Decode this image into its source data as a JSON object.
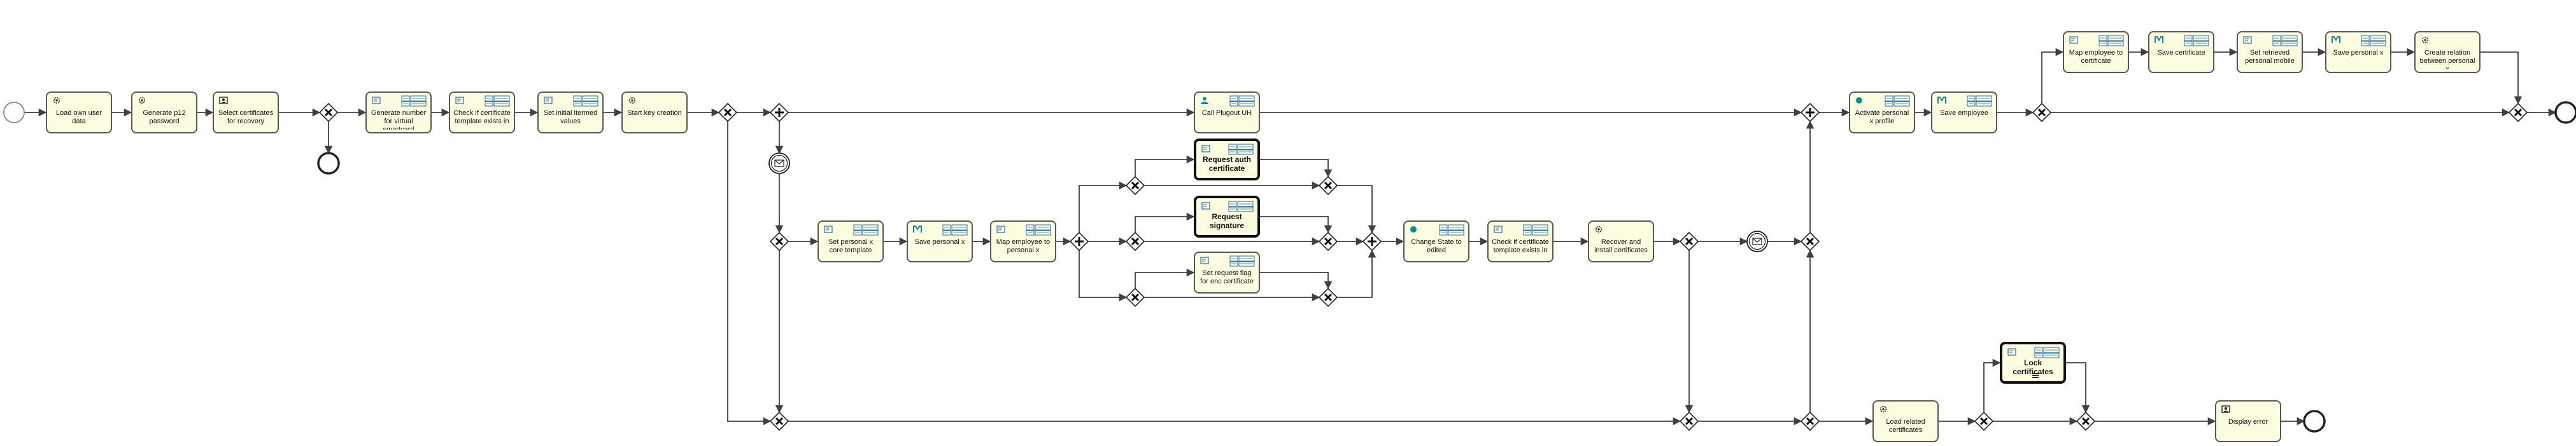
{
  "diagram": {
    "tasks": [
      {
        "id": "t1",
        "label": "Load own user data",
        "icon": "gear-icon"
      },
      {
        "id": "t2",
        "label": "Generate p12 password",
        "icon": "gear-icon"
      },
      {
        "id": "t3",
        "label": "Select certificates for recovery",
        "icon": "user-form-icon"
      },
      {
        "id": "t4",
        "label": "Generate number for virtual smartcard",
        "icon": "script-icon"
      },
      {
        "id": "t5",
        "label": "Check if certificate template exists in",
        "icon": "script-icon"
      },
      {
        "id": "t6",
        "label": "Set initial itermed values",
        "icon": "script-icon"
      },
      {
        "id": "t7",
        "label": "Start key creation",
        "icon": "gear-icon"
      },
      {
        "id": "t8",
        "label": "Call Plugout UH",
        "icon": "user-icon"
      },
      {
        "id": "t9",
        "label": "Request auth certificate",
        "icon": "script-icon",
        "bold": true
      },
      {
        "id": "t10",
        "label": "Request signature",
        "icon": "script-icon",
        "bold": true
      },
      {
        "id": "t11",
        "label": "Set request flag for enc certificate",
        "icon": "script-icon"
      },
      {
        "id": "t12",
        "label": "Set personal x core template",
        "icon": "script-icon"
      },
      {
        "id": "t13",
        "label": "Save personal x",
        "icon": "save-icon"
      },
      {
        "id": "t14",
        "label": "Map employee to personal x",
        "icon": "script-icon"
      },
      {
        "id": "t15",
        "label": "Change State to edited",
        "icon": "state-icon"
      },
      {
        "id": "t16",
        "label": "Check if certificate template exists in",
        "icon": "script-icon"
      },
      {
        "id": "t17",
        "label": "Recover and install certificates",
        "icon": "gear-icon"
      },
      {
        "id": "t18",
        "label": "Activate personal x profile",
        "icon": "state-icon"
      },
      {
        "id": "t19",
        "label": "Save employee",
        "icon": "save-icon"
      },
      {
        "id": "t20",
        "label": "Map employee to certificate",
        "icon": "script-icon"
      },
      {
        "id": "t21",
        "label": "Save certificate",
        "icon": "save-icon"
      },
      {
        "id": "t22",
        "label": "Set retrieved personal mobile",
        "icon": "script-icon"
      },
      {
        "id": "t23",
        "label": "Save personal x",
        "icon": "save-icon"
      },
      {
        "id": "t24",
        "label": "Create relation between personal x",
        "icon": "gear-icon"
      },
      {
        "id": "t25",
        "label": "Load related certificates",
        "icon": "gear-icon"
      },
      {
        "id": "t26",
        "label": "Lock certificates",
        "icon": "script-icon",
        "bold": true,
        "multi": true
      },
      {
        "id": "t27",
        "label": "Display error",
        "icon": "user-form-icon"
      }
    ],
    "colors": {
      "task_fill": "#fcfce1",
      "task_border": "#575757",
      "line": "#404040",
      "gateway_fill": "#ffffff",
      "icon_blue": "#1f6fb0",
      "icon_teal": "#0e8f8f",
      "event_fill": "#ffffff"
    }
  }
}
